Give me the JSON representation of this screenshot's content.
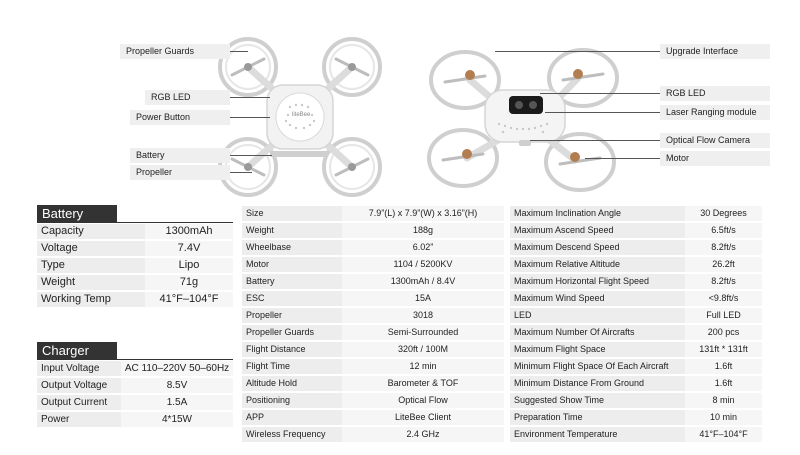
{
  "callouts_left": [
    "Propeller Guards",
    "RGB LED",
    "Power Button",
    "Battery",
    "Propeller"
  ],
  "callouts_right": [
    "Upgrade Interface",
    "RGB LED",
    "Laser Ranging module",
    "Optical Flow Camera",
    "Motor"
  ],
  "drone_logo_text": "liteBee",
  "battery": {
    "title": "Battery",
    "rows": [
      {
        "label": "Capacity",
        "value": "1300mAh"
      },
      {
        "label": "Voltage",
        "value": "7.4V"
      },
      {
        "label": "Type",
        "value": "Lipo"
      },
      {
        "label": "Weight",
        "value": "71g"
      },
      {
        "label": "Working Temp",
        "value": "41°F–104°F"
      }
    ]
  },
  "charger": {
    "title": "Charger",
    "rows": [
      {
        "label": "Input Voltage",
        "value": "AC 110–220V 50–60Hz"
      },
      {
        "label": "Output Voltage",
        "value": "8.5V"
      },
      {
        "label": "Output Current",
        "value": "1.5A"
      },
      {
        "label": "Power",
        "value": "4*15W"
      }
    ]
  },
  "specs_middle": [
    {
      "label": "Size",
      "value": "7.9”(L) x 7.9”(W) x 3.16”(H)"
    },
    {
      "label": "Weight",
      "value": "188g"
    },
    {
      "label": "Wheelbase",
      "value": "6.02”"
    },
    {
      "label": "Motor",
      "value": "1104 / 5200KV"
    },
    {
      "label": "Battery",
      "value": "1300mAh / 8.4V"
    },
    {
      "label": "ESC",
      "value": "15A"
    },
    {
      "label": "Propeller",
      "value": "3018"
    },
    {
      "label": "Propeller Guards",
      "value": "Semi-Surrounded"
    },
    {
      "label": "Flight Distance",
      "value": "320ft / 100M"
    },
    {
      "label": "Flight Time",
      "value": "12 min"
    },
    {
      "label": "Altitude Hold",
      "value": "Barometer & TOF"
    },
    {
      "label": "Positioning",
      "value": "Optical Flow"
    },
    {
      "label": "APP",
      "value": "LiteBee Client"
    },
    {
      "label": "Wireless Frequency",
      "value": "2.4 GHz"
    }
  ],
  "specs_right": [
    {
      "label": "Maximum Inclination Angle",
      "value": "30 Degrees"
    },
    {
      "label": "Maximum Ascend Speed",
      "value": "6.5ft/s"
    },
    {
      "label": "Maximum Descend Speed",
      "value": "8.2ft/s"
    },
    {
      "label": "Maximum Relative Altitude",
      "value": "26.2ft"
    },
    {
      "label": "Maximum Horizontal Flight Speed",
      "value": "8.2ft/s"
    },
    {
      "label": "Maximum Wind Speed",
      "value": "<9.8ft/s"
    },
    {
      "label": "LED",
      "value": "Full LED"
    },
    {
      "label": "Maximum Number Of Aircrafts",
      "value": "200 pcs"
    },
    {
      "label": "Maximum Flight Space",
      "value": "131ft * 131ft"
    },
    {
      "label": "Minimum Flight Space Of Each Aircraft",
      "value": "1.6ft"
    },
    {
      "label": "Minimum Distance From Ground",
      "value": "1.6ft"
    },
    {
      "label": "Suggested Show Time",
      "value": "8 min"
    },
    {
      "label": "Preparation Time",
      "value": "10 min"
    },
    {
      "label": "Environment Temperature",
      "value": "41°F–104°F"
    }
  ]
}
